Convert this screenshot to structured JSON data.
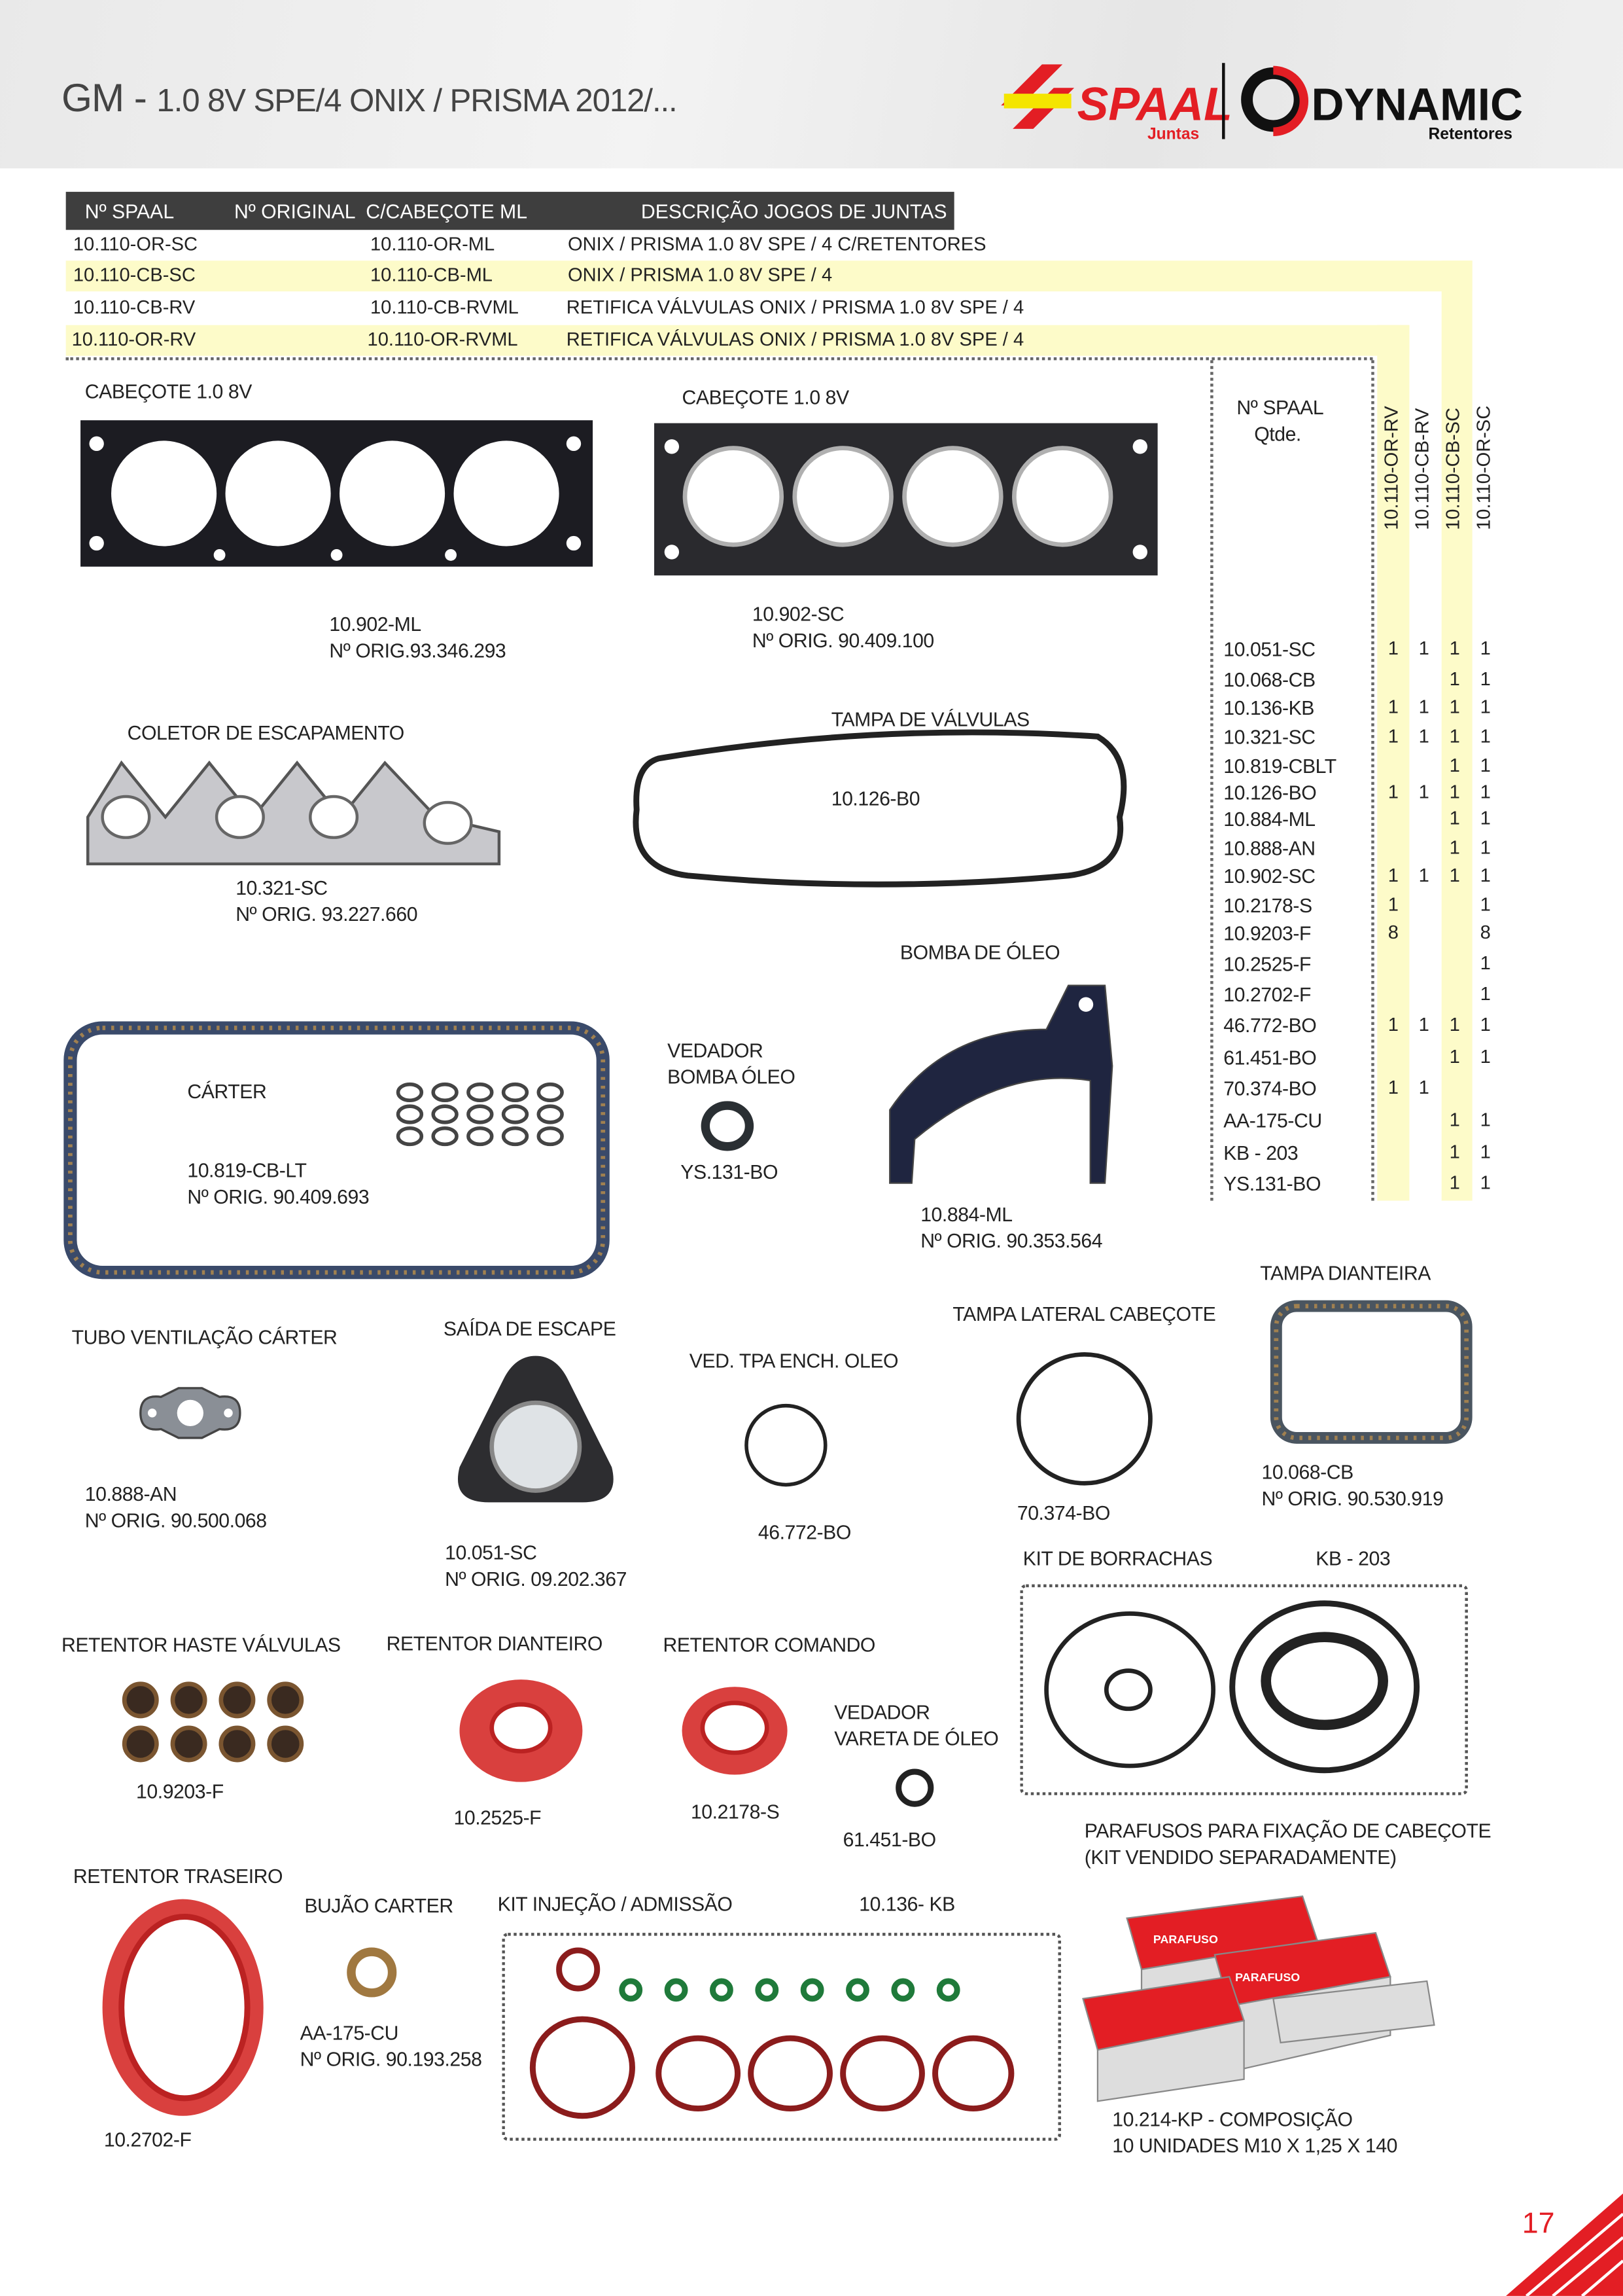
{
  "header": {
    "brand": "GM",
    "title": "1.0 8V  SPE/4  ONIX / PRISMA 2012/...",
    "logo_spaal": "SPAAL",
    "logo_spaal_sub": "Juntas",
    "logo_dynamic": "DYNAMIC",
    "logo_dynamic_sub": "Retentores"
  },
  "kits_table": {
    "headers": [
      "Nº SPAAL",
      "Nº ORIGINAL",
      "C/CABEÇOTE ML",
      "DESCRIÇÃO JOGOS DE JUNTAS"
    ],
    "rows": [
      {
        "spaal": "10.110-OR-SC",
        "original": "",
        "cabecote": "10.110-OR-ML",
        "desc": "ONIX / PRISMA 1.0 8V SPE / 4 C/RETENTORES"
      },
      {
        "spaal": "10.110-CB-SC",
        "original": "",
        "cabecote": "10.110-CB-ML",
        "desc": "ONIX / PRISMA 1.0 8V SPE / 4"
      },
      {
        "spaal": "10.110-CB-RV",
        "original": "",
        "cabecote": "10.110-CB-RVML",
        "desc": "RETIFICA VÁLVULAS ONIX / PRISMA 1.0 8V SPE / 4"
      },
      {
        "spaal": "10.110-OR-RV",
        "original": "",
        "cabecote": "10.110-OR-RVML",
        "desc": "RETIFICA VÁLVULAS ONIX / PRISMA 1.0 8V SPE / 4"
      }
    ]
  },
  "qty_table": {
    "label1": "Nº SPAAL",
    "label2": "Qtde.",
    "columns": [
      "10.110-OR-RV",
      "10.110-CB-RV",
      "10.110-CB-SC",
      "10.110-OR-SC"
    ],
    "rows": [
      {
        "part": "10.051-SC",
        "q": [
          "1",
          "1",
          "1",
          "1"
        ]
      },
      {
        "part": "10.068-CB",
        "q": [
          "",
          "",
          "1",
          "1"
        ]
      },
      {
        "part": "10.136-KB",
        "q": [
          "1",
          "1",
          "1",
          "1"
        ]
      },
      {
        "part": "10.321-SC",
        "q": [
          "1",
          "1",
          "1",
          "1"
        ]
      },
      {
        "part": "10.819-CBLT",
        "q": [
          "",
          "",
          "1",
          "1"
        ]
      },
      {
        "part": "10.126-BO",
        "q": [
          "1",
          "1",
          "1",
          "1"
        ]
      },
      {
        "part": "10.884-ML",
        "q": [
          "",
          "",
          "1",
          "1"
        ]
      },
      {
        "part": "10.888-AN",
        "q": [
          "",
          "",
          "1",
          "1"
        ]
      },
      {
        "part": "10.902-SC",
        "q": [
          "1",
          "1",
          "1",
          "1"
        ]
      },
      {
        "part": "10.2178-S",
        "q": [
          "1",
          "",
          "",
          "1"
        ]
      },
      {
        "part": "10.9203-F",
        "q": [
          "8",
          "",
          "",
          "8"
        ]
      },
      {
        "part": "10.2525-F",
        "q": [
          "",
          "",
          "",
          "1"
        ]
      },
      {
        "part": "10.2702-F",
        "q": [
          "",
          "",
          "",
          "1"
        ]
      },
      {
        "part": "46.772-BO",
        "q": [
          "1",
          "1",
          "1",
          "1"
        ]
      },
      {
        "part": "61.451-BO",
        "q": [
          "",
          "",
          "1",
          "1"
        ]
      },
      {
        "part": "70.374-BO",
        "q": [
          "1",
          "1",
          "",
          ""
        ]
      },
      {
        "part": "AA-175-CU",
        "q": [
          "",
          "",
          "1",
          "1"
        ]
      },
      {
        "part": "KB - 203",
        "q": [
          "",
          "",
          "1",
          "1"
        ]
      },
      {
        "part": "YS.131-BO",
        "q": [
          "",
          "",
          "1",
          "1"
        ]
      }
    ]
  },
  "parts": {
    "head_ml": {
      "title": "CABEÇOTE 1.0 8V",
      "code": "10.902-ML",
      "orig": "Nº ORIG.93.346.293"
    },
    "head_sc": {
      "title": "CABEÇOTE 1.0 8V",
      "code": "10.902-SC",
      "orig": "Nº ORIG. 90.409.100"
    },
    "exhaust": {
      "title": "COLETOR DE ESCAPAMENTO",
      "code": "10.321-SC",
      "orig": "Nº ORIG. 93.227.660"
    },
    "valve_cover": {
      "title": "TAMPA  DE VÁLVULAS",
      "code": "10.126-B0"
    },
    "oil_pump": {
      "title": "BOMBA DE ÓLEO",
      "code": "10.884-ML",
      "orig": "Nº ORIG. 90.353.564"
    },
    "carter": {
      "title": "CÁRTER",
      "code": "10.819-CB-LT",
      "orig": "Nº ORIG. 90.409.693"
    },
    "pump_seal": {
      "title1": "VEDADOR",
      "title2": "BOMBA ÓLEO",
      "code": "YS.131-BO"
    },
    "vent_tube": {
      "title": "TUBO VENTILAÇÃO CÁRTER",
      "code": "10.888-AN",
      "orig": "Nº ORIG. 90.500.068"
    },
    "exhaust_out": {
      "title": "SAÍDA DE ESCAPE",
      "code": "10.051-SC",
      "orig": "Nº ORIG. 09.202.367"
    },
    "oil_fill": {
      "title": "VED. TPA ENCH. OLEO",
      "code": "46.772-BO"
    },
    "side_cover": {
      "title": "TAMPA LATERAL CABEÇOTE",
      "code": "70.374-BO"
    },
    "front_cover": {
      "title": "TAMPA DIANTEIRA",
      "code": "10.068-CB",
      "orig": "Nº ORIG. 90.530.919"
    },
    "rubber_kit": {
      "title": "KIT DE BORRACHAS",
      "code": "KB - 203"
    },
    "valve_seals": {
      "title": "RETENTOR HASTE VÁLVULAS",
      "code": "10.9203-F"
    },
    "front_seal": {
      "title": "RETENTOR DIANTEIRO",
      "code": "10.2525-F"
    },
    "cam_seal": {
      "title": "RETENTOR COMANDO",
      "code": "10.2178-S"
    },
    "dipstick": {
      "title1": "VEDADOR",
      "title2": "VARETA DE ÓLEO",
      "code": "61.451-BO"
    },
    "bolts": {
      "title1": "PARAFUSOS PARA FIXAÇÃO DE CABEÇOTE",
      "title2": "(KIT VENDIDO SEPARADAMENTE)",
      "code": "10.214-KP  - COMPOSIÇÃO",
      "desc": "10 UNIDADES M10 X 1,25 X 140",
      "box_label": "PARAFUSO"
    },
    "rear_seal": {
      "title": "RETENTOR TRASEIRO",
      "code": "10.2702-F"
    },
    "drain_plug": {
      "title": "BUJÃO CARTER",
      "code": "AA-175-CU",
      "orig": "Nº ORIG. 90.193.258"
    },
    "injection_kit": {
      "title": "KIT INJEÇÃO / ADMISSÃO",
      "code": "10.136- KB"
    }
  },
  "page_number": "17",
  "colors": {
    "red": "#e31e24",
    "yellow": "#fdfbc9",
    "header_dark": "#3e3e3e"
  }
}
